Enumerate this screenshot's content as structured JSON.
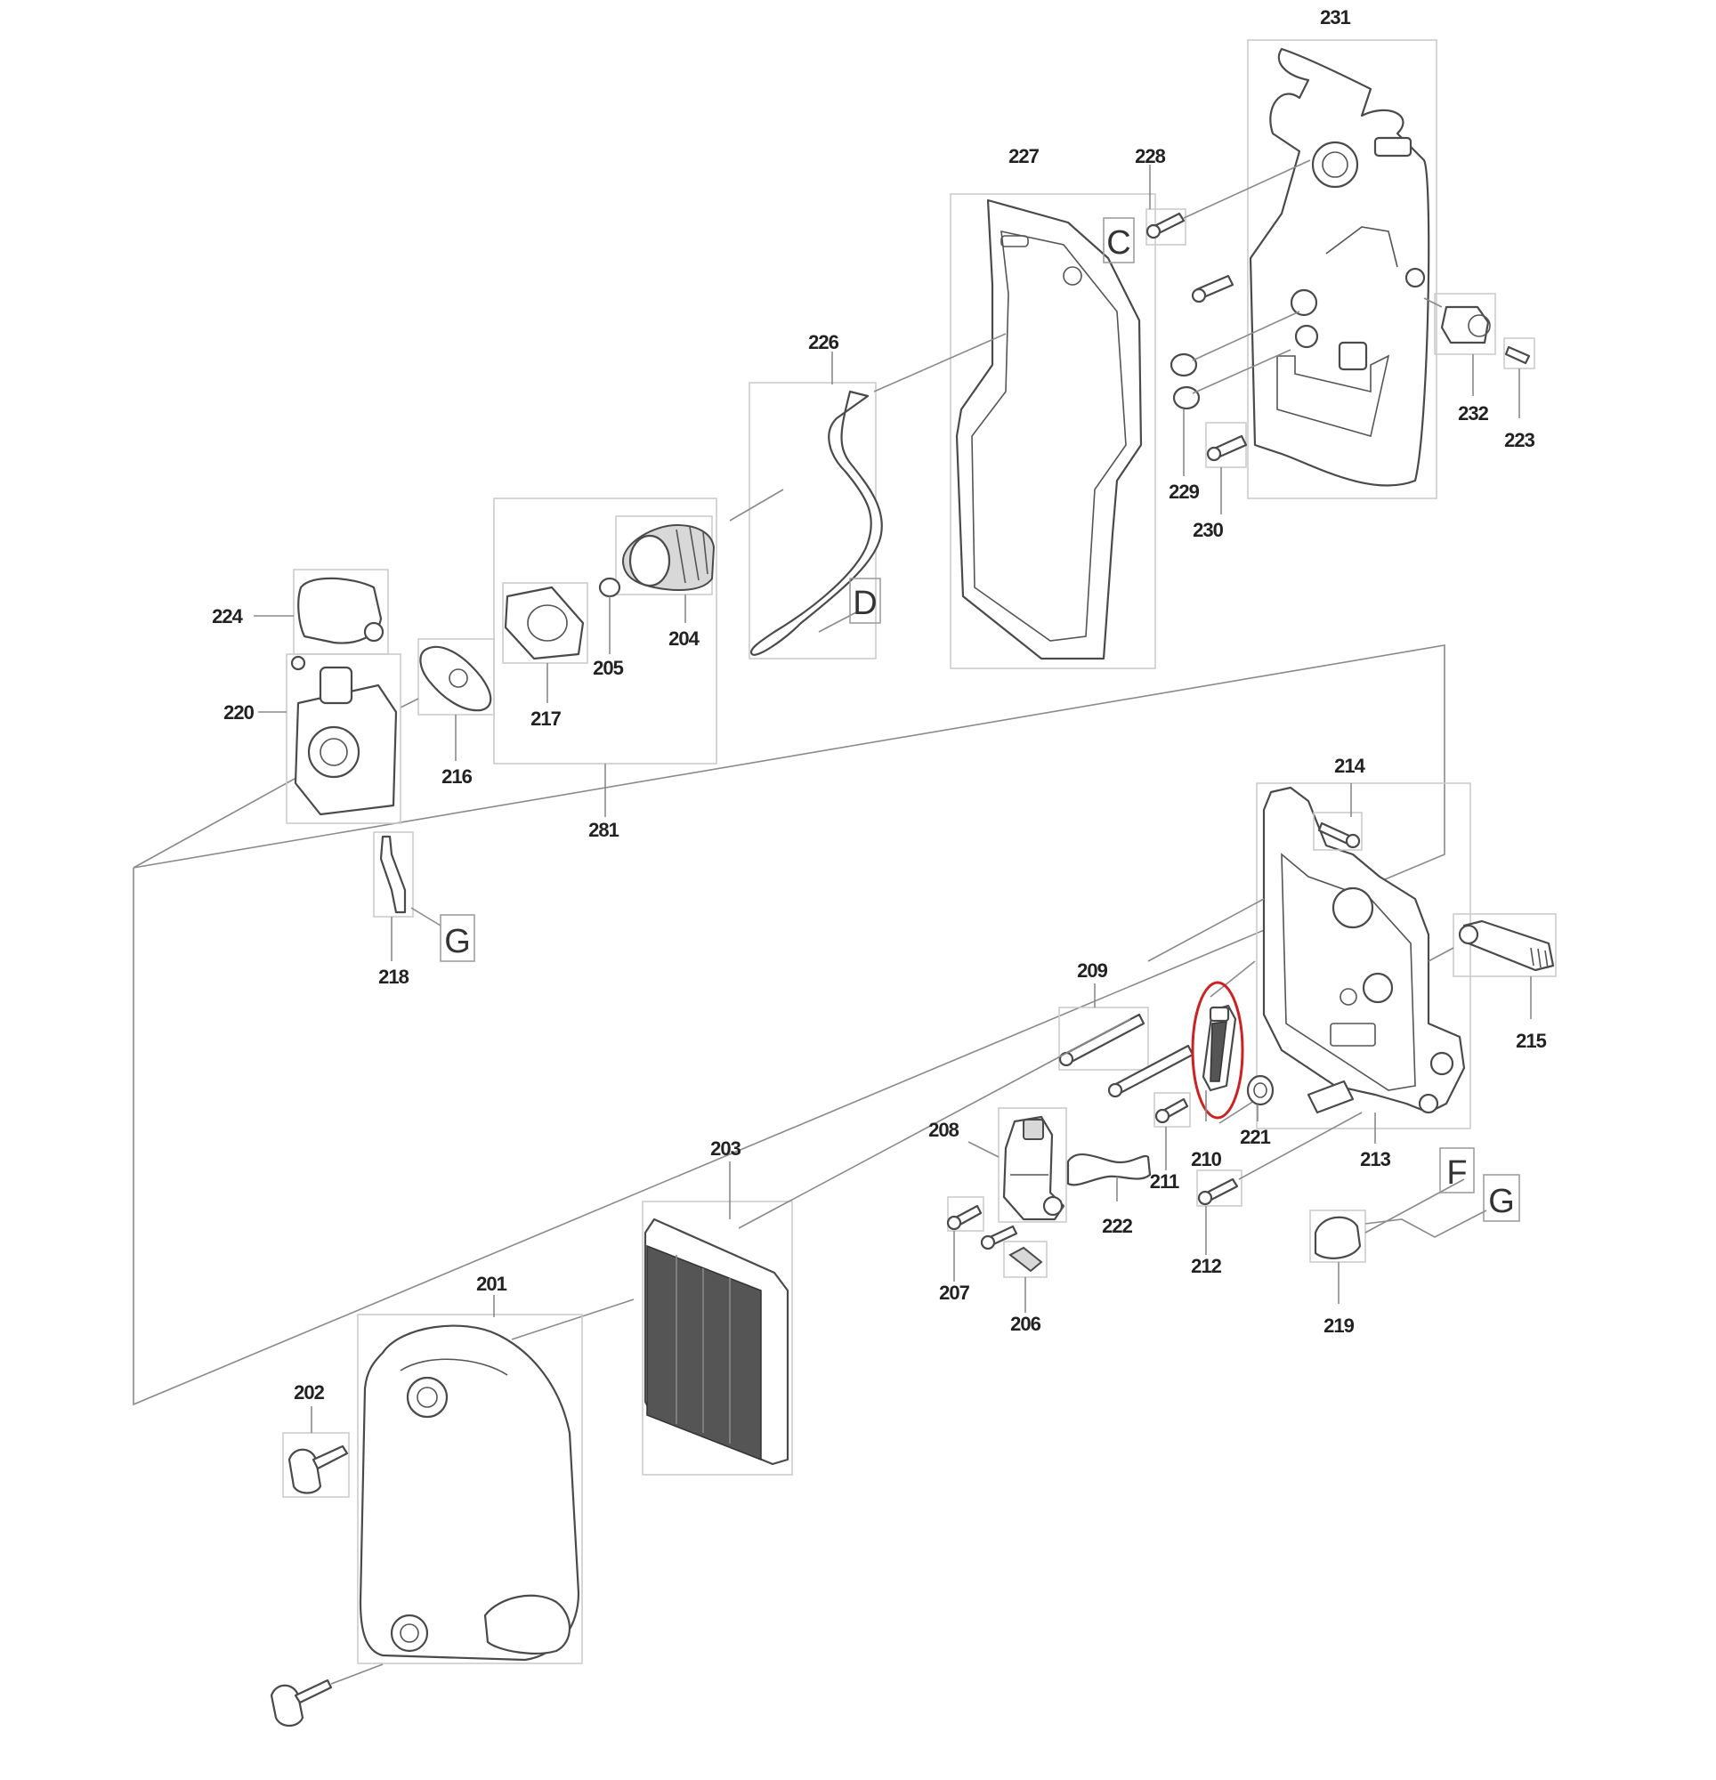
{
  "parts": {
    "p201": "201",
    "p202": "202",
    "p203": "203",
    "p204": "204",
    "p205": "205",
    "p206": "206",
    "p207": "207",
    "p208": "208",
    "p209": "209",
    "p210": "210",
    "p211": "211",
    "p212": "212",
    "p213": "213",
    "p214": "214",
    "p215": "215",
    "p216": "216",
    "p217": "217",
    "p218": "218",
    "p219": "219",
    "p220": "220",
    "p221": "221",
    "p222": "222",
    "p223": "223",
    "p224": "224",
    "p226": "226",
    "p227": "227",
    "p228": "228",
    "p229": "229",
    "p230": "230",
    "p231": "231",
    "p232": "232",
    "p281": "281"
  },
  "refs": {
    "c": "C",
    "d": "D",
    "g_left": "G",
    "f": "F",
    "g_right": "G"
  },
  "highlight": {
    "part": "210",
    "color": "#cc2222"
  }
}
